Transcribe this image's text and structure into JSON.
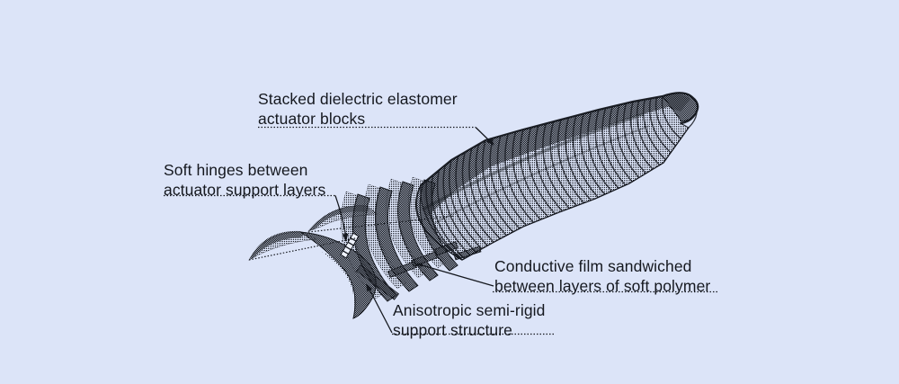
{
  "figure": {
    "labels": {
      "stacked_blocks": {
        "line1": "Stacked dielectric elastomer",
        "line2": "actuator blocks"
      },
      "soft_hinges": {
        "line1": "Soft hinges between",
        "line2": "actuator support layers"
      },
      "conductive_film": {
        "line1": "Conductive film sandwiched",
        "line2": "between layers of soft polymer"
      },
      "support_structure": {
        "line1": "Anisotropic semi-rigid",
        "line2": "support structure"
      }
    },
    "colors": {
      "background": "#dce4f8",
      "ink": "#15181f"
    }
  }
}
